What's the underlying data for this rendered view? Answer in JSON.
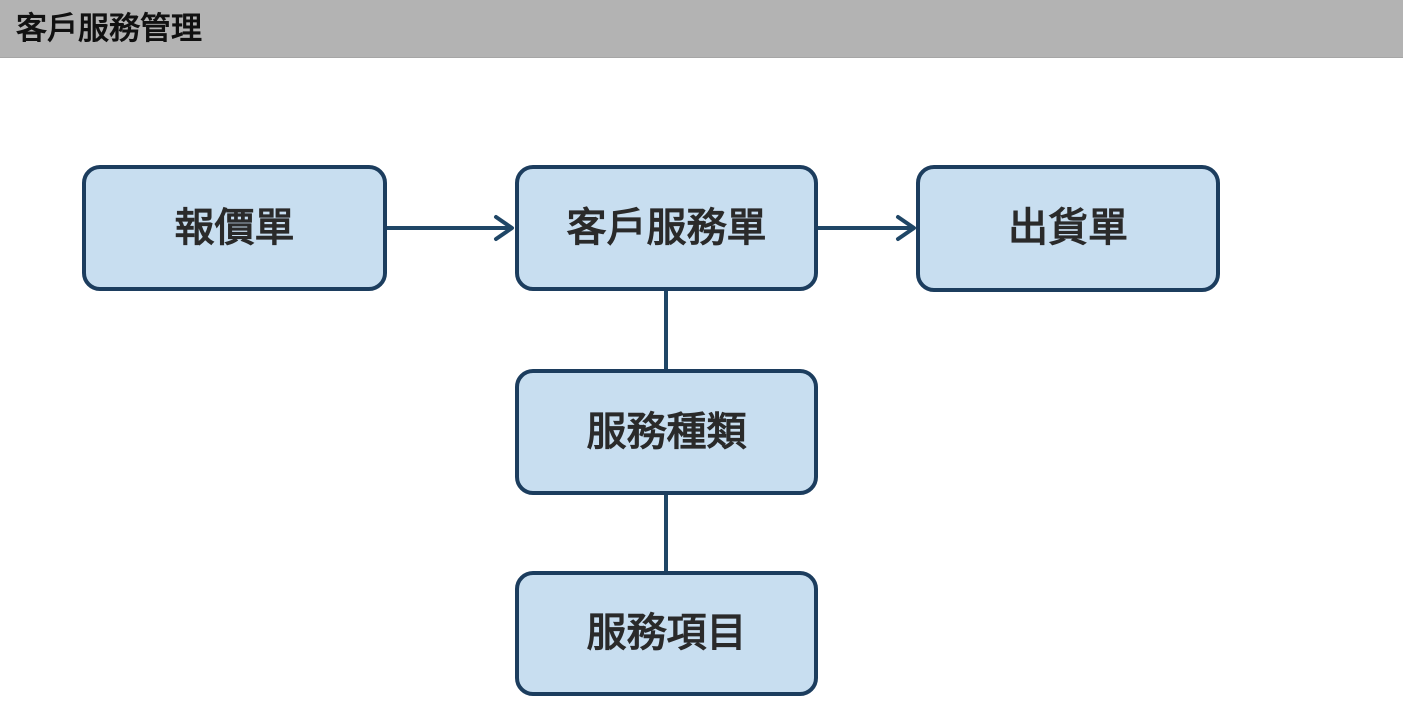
{
  "header": {
    "title": "客戶服務管理"
  },
  "diagram": {
    "nodes": {
      "quotation": "報價單",
      "service_order": "客戶服務單",
      "delivery_order": "出貨單",
      "service_category": "服務種類",
      "service_item": "服務項目"
    },
    "edges": [
      {
        "from": "quotation",
        "to": "service_order",
        "directed": true
      },
      {
        "from": "service_order",
        "to": "delivery_order",
        "directed": true
      },
      {
        "from": "service_order",
        "to": "service_category",
        "directed": false
      },
      {
        "from": "service_category",
        "to": "service_item",
        "directed": false
      }
    ]
  },
  "colors": {
    "node_fill": "#c8def0",
    "node_border": "#1c3d5e",
    "connector": "#1f4666",
    "header_background": "#b3b3b3"
  }
}
